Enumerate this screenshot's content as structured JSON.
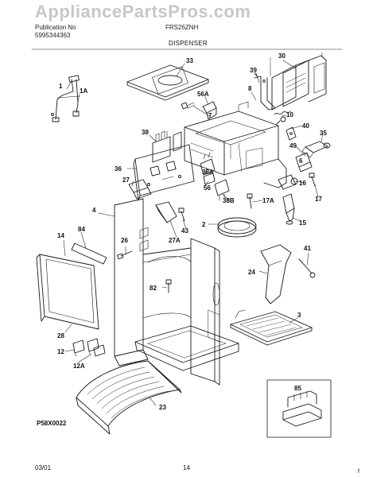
{
  "watermark": "AppliancePartsPros.com",
  "header": {
    "line1": "Publication No",
    "line2": "5995344363",
    "model": "FRS26ZNH"
  },
  "title": "DISPENSER",
  "diagram_code": "P58X0022",
  "footer": {
    "date": "03/01",
    "page": "14",
    "mark": "f"
  },
  "part_labels": [
    "33",
    "30",
    "39",
    "1",
    "1A",
    "56A",
    "8",
    "7",
    "10",
    "40",
    "35",
    "38",
    "49",
    "6",
    "36",
    "38A",
    "27",
    "56",
    "16",
    "38B",
    "17A",
    "17",
    "4",
    "2",
    "15",
    "84",
    "14",
    "26",
    "27A",
    "43",
    "41",
    "24",
    "82",
    "3",
    "28",
    "12",
    "12A",
    "23",
    "85"
  ]
}
